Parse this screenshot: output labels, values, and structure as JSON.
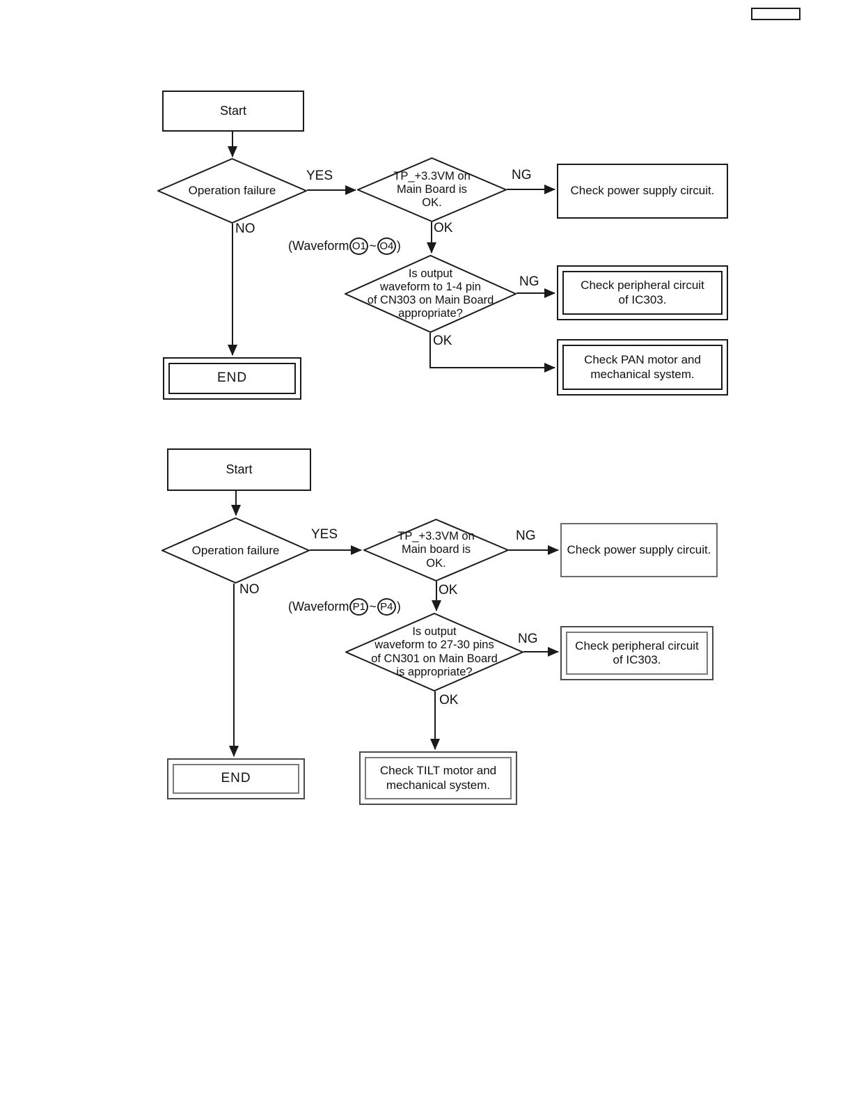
{
  "page": {
    "header_box_label": ""
  },
  "flow1": {
    "start_label": "Start",
    "decision_failure": "Operation failure",
    "label_yes": "YES",
    "label_no": "NO",
    "decision_power_line1": "TP_+3.3VM on",
    "decision_power_line2": "Main Board is",
    "decision_power_line3": "OK.",
    "label_ng_power": "NG",
    "box_power_supply": "Check power supply circuit.",
    "label_ok_power": "OK",
    "waveform_prefix": "(Waveform",
    "waveform_from": "O1",
    "waveform_tilde": "~",
    "waveform_to": "O4",
    "waveform_close": ")",
    "decision_waveform_line1": "Is output",
    "decision_waveform_line2": "waveform to 1-4 pin",
    "decision_waveform_line3": "of CN303 on Main Board",
    "decision_waveform_line4": "appropriate?",
    "label_ng_waveform": "NG",
    "box_peripheral_line1": "Check peripheral circuit",
    "box_peripheral_line2": "of IC303.",
    "label_ok_waveform": "OK",
    "box_motor_line1": "Check PAN motor and",
    "box_motor_line2": "mechanical system.",
    "end_label": "END"
  },
  "flow2": {
    "start_label": "Start",
    "decision_failure": "Operation failure",
    "label_yes": "YES",
    "label_no": "NO",
    "decision_power_line1": "TP_+3.3VM on",
    "decision_power_line2": "Main board is",
    "decision_power_line3": "OK.",
    "label_ng_power": "NG",
    "box_power_supply": "Check power supply circuit.",
    "label_ok_power": "OK",
    "waveform_prefix": "(Waveform",
    "waveform_from": "P1",
    "waveform_tilde": "~",
    "waveform_to": "P4",
    "waveform_close": ")",
    "decision_waveform_line1": "Is output",
    "decision_waveform_line2": "waveform to 27-30 pins",
    "decision_waveform_line3": "of CN301 on Main Board",
    "decision_waveform_line4": "is appropriate?",
    "label_ng_waveform": "NG",
    "box_peripheral_line1": "Check peripheral circuit",
    "box_peripheral_line2": "of IC303.",
    "label_ok_waveform": "OK",
    "box_motor_line1": "Check TILT motor and",
    "box_motor_line2": "mechanical system.",
    "end_label": "END"
  }
}
